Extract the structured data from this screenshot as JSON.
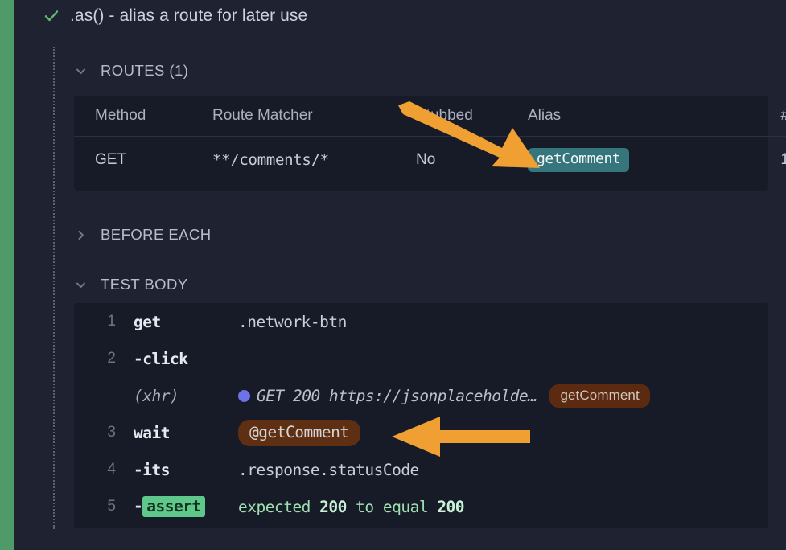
{
  "test": {
    "status_icon": "check-icon",
    "status_color": "#5eb875",
    "title": ".as() - alias a route for later use"
  },
  "sections": {
    "routes": {
      "chevron": "chevron-down-icon",
      "label": "ROUTES (1)",
      "expanded": true
    },
    "before_each": {
      "chevron": "chevron-right-icon",
      "label": "BEFORE EACH",
      "expanded": false
    },
    "test_body": {
      "chevron": "chevron-down-icon",
      "label": "TEST BODY",
      "expanded": true
    }
  },
  "routes_table": {
    "headers": [
      "Method",
      "Route Matcher",
      "Stubbed",
      "Alias",
      "#"
    ],
    "rows": [
      {
        "method": "GET",
        "matcher": "**/comments/*",
        "stubbed": "No",
        "alias": "getComment",
        "count": "1"
      }
    ]
  },
  "test_body": {
    "lines": [
      {
        "num": "1",
        "command": "get",
        "arg": ".network-btn"
      },
      {
        "num": "2",
        "command": "-click",
        "arg": ""
      },
      {
        "num": "",
        "command": "(xhr)",
        "arg": "GET 200 https://jsonplaceholde…",
        "alias": "getComment",
        "dot": "blue-dot-icon"
      },
      {
        "num": "3",
        "command": "wait",
        "arg": "@getComment"
      },
      {
        "num": "4",
        "command": "-its",
        "arg": ".response.statusCode"
      },
      {
        "num": "5",
        "command": "-",
        "badge": "assert",
        "arg_prefix": "expected ",
        "arg_value1": "200",
        "arg_mid": " to equal ",
        "arg_value2": "200"
      }
    ]
  },
  "annotations": {
    "arrow_alias": {
      "name": "arrow-pointing-to-alias-badge",
      "color": "#f0a033"
    },
    "arrow_wait": {
      "name": "arrow-pointing-to-wait-alias",
      "color": "#f0a033"
    }
  },
  "colors": {
    "background": "#1e2231",
    "panel": "#171b28",
    "pass_bar": "#4e9a68",
    "alias_badge": "#35767d",
    "xhr_badge": "#5b2a10",
    "wait_badge": "#5e2f12",
    "assert_badge": "#5ec88a",
    "annotation": "#f0a033"
  }
}
